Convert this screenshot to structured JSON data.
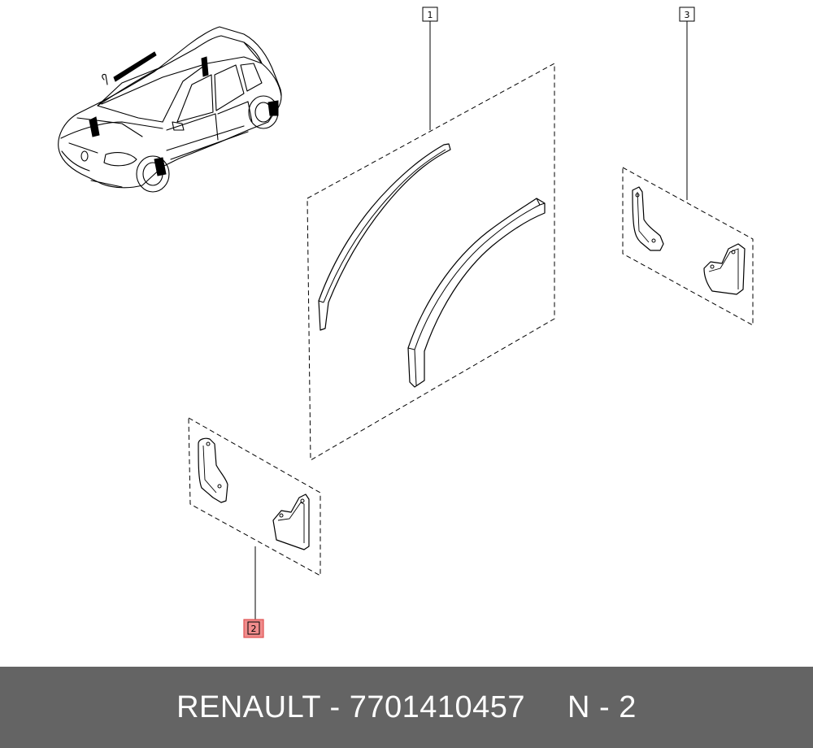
{
  "callouts": [
    {
      "id": "callout-1",
      "number": "1",
      "highlighted": false
    },
    {
      "id": "callout-2",
      "number": "2",
      "highlighted": true
    },
    {
      "id": "callout-3",
      "number": "3",
      "highlighted": false
    }
  ],
  "footer": {
    "brand_part": "RENAULT - 7701410457",
    "ref": "N - 2"
  },
  "colors": {
    "footer_bg": "#646464",
    "footer_text": "#ffffff",
    "highlight_fill": "#f08c8c",
    "highlight_stroke": "#e05050",
    "line": "#000000"
  }
}
